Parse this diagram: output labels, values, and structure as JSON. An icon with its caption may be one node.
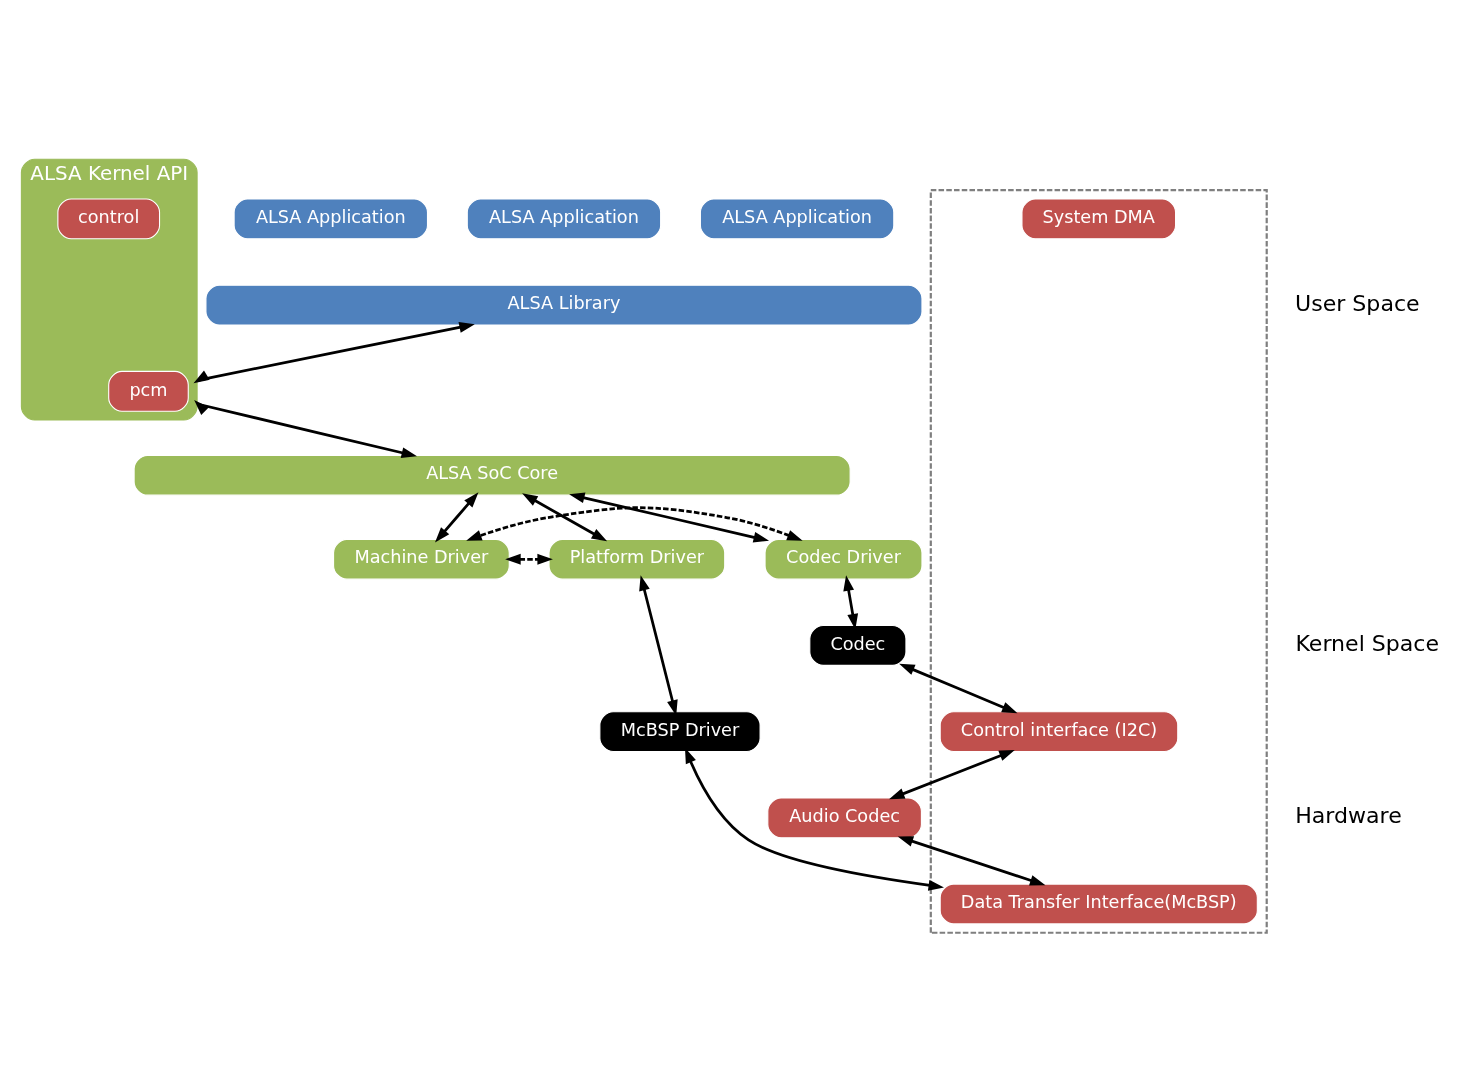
{
  "diagram": {
    "nodes": [
      {
        "text": [
          "ALSA Application"
        ]
      },
      {
        "text": [
          "ALSA Application"
        ]
      },
      {
        "text": [
          "ALSA Application"
        ]
      },
      {
        "text": [
          "ALSA Library"
        ]
      },
      {
        "text": [
          "ALSA Kernel API"
        ]
      },
      {
        "text": [
          "pcm"
        ],
        "in": 4
      },
      {
        "text": [
          "control"
        ],
        "in": 4
      },
      {
        "text": [
          "ALSA SoC Core"
        ]
      },
      {
        "text": [
          "Codec Driver"
        ]
      },
      {
        "text": [
          "Machine Driver"
        ]
      },
      {
        "text": [
          "Platform Driver"
        ]
      },
      {
        "text": [
          "Codec"
        ]
      },
      {
        "text": [
          "McBSP Driver"
        ]
      },
      {
        "text": [],
        "shape": "box"
      },
      {
        "text": [
          "Control interface (I2C)"
        ],
        "in": 13
      },
      {
        "text": [
          "System DMA"
        ],
        "in": 13
      },
      {
        "text": [
          "Data Transfer Interface(McBSP)"
        ],
        "in": 13
      },
      {
        "text": [
          "Audio Codec"
        ]
      }
    ],
    "edges": [
      {
        "from": 3,
        "to": 4,
        "arrow": "both"
      },
      {
        "from": 4,
        "to": 7,
        "arrow": "both"
      },
      {
        "from": 7,
        "to": 8,
        "arrow": "both"
      },
      {
        "from": 7,
        "to": 9,
        "arrow": "both"
      },
      {
        "from": 7,
        "to": 10,
        "arrow": "both"
      },
      {
        "from": 8,
        "to": 9,
        "arrow": "both",
        "style": "dashed"
      },
      {
        "from": 9,
        "to": 10,
        "arrow": "both",
        "style": "dashed"
      },
      {
        "from": 8,
        "to": 11,
        "arrow": "both"
      },
      {
        "from": 10,
        "to": 12,
        "arrow": "both"
      },
      {
        "from": 11,
        "to": 14,
        "arrow": "both"
      },
      {
        "from": 12,
        "to": 16,
        "arrow": "both"
      },
      {
        "from": 14,
        "to": 17,
        "arrow": "both"
      },
      {
        "from": 17,
        "to": 16,
        "arrow": "both"
      }
    ],
    "labels": [
      "User Space",
      "Kernel Space",
      "Hardware"
    ]
  }
}
